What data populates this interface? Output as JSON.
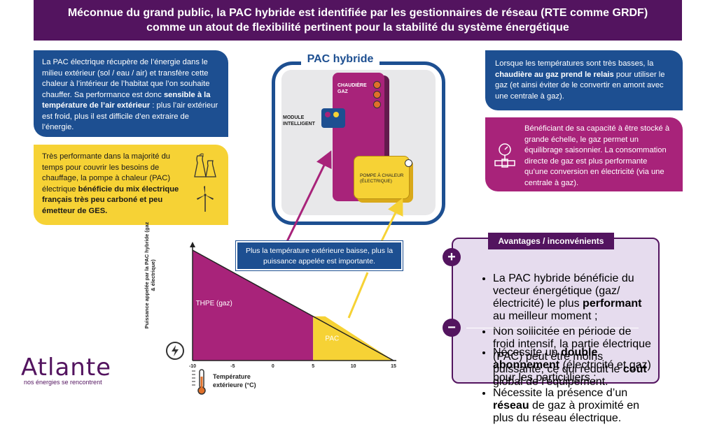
{
  "header": {
    "title": "Méconnue du grand public, la PAC hybride est identifiée par les gestionnaires de réseau (RTE comme GRDF) comme un atout de flexibilité pertinent pour la stabilité du système énergétique"
  },
  "left_blue": {
    "p1": "La PAC électrique récupère de l’énergie dans le milieu extérieur (sol / eau / air) et transfère cette chaleur à l’intérieur de l’habitat que l’on souhaite chauffer. Sa performance est donc ",
    "b1": "sensible à la température de l’air extérieur",
    "p2": " : plus l’air extérieur est froid, plus il est difficile d’en extraire de l’énergie."
  },
  "left_yellow": {
    "p1": "Très performante dans la majorité du temps pour couvrir les besoins de chauffage, la pompe à chaleur (PAC) électrique ",
    "b1": "bénéficie du mix électrique français très peu carboné et peu émetteur de GES."
  },
  "diagram": {
    "title": "PAC hybride",
    "boiler_label": "CHAUDIÈRE GAZ",
    "module_label": "MODULE INTELLIGENT",
    "heatpump_label": "POMPE À CHALEUR (ÉLECTRIQUE)"
  },
  "right_blue": {
    "p1": "Lorsque les températures sont très basses, la ",
    "b1": "chaudière au gaz prend le relais",
    "p2": " pour utiliser le gaz (et ainsi éviter de le convertir en amont avec une centrale à gaz)."
  },
  "right_magenta": {
    "text": "Bénéficiant de sa capacité à être stocké à grande échelle, le gaz permet un équilibrage saisonnier. La consommation directe de gaz est plus performante qu’une conversion en électricité (via une centrale à gaz)."
  },
  "callout": {
    "text": "Plus la température extérieure baisse, plus la puissance appelée est importante."
  },
  "chart_data": {
    "type": "area",
    "ylabel": "Puissance appelée par la PAC hybride (gaz & électrique)",
    "xlabel": "Température extérieure (°C)",
    "x_ticks": [
      -10,
      -5,
      0,
      5,
      10,
      15
    ],
    "xlim": [
      -10,
      15
    ],
    "series": [
      {
        "name": "THPE (gaz)",
        "color": "#a8237a",
        "x": [
          -10,
          5
        ],
        "y_top": [
          1,
          0.4
        ],
        "y_bottom": [
          0,
          0
        ]
      },
      {
        "name": "PAC",
        "color": "#f6d235",
        "x": [
          5,
          6.5,
          15
        ],
        "y_top": [
          0.4,
          0.4,
          0.0
        ],
        "y_bottom": [
          0,
          0,
          0
        ]
      }
    ]
  },
  "advantages": {
    "title": "Avantages / inconvénients",
    "plus_symbol": "+",
    "minus_symbol": "−",
    "pros": [
      {
        "pre": "La PAC hybride bénéficie du vecteur énergétique (gaz/électricité) le plus ",
        "bold": "performant",
        "post": " au meilleur moment ;"
      },
      {
        "pre": "Non sollicitée en période de froid intensif, la partie électrique (PAC) peut être moins puissante, ce qui réduit le ",
        "bold": "coût",
        "post": " global de l’équipement."
      }
    ],
    "cons": [
      {
        "pre": "Nécessite un ",
        "bold": "double abonnement",
        "post": " (électricité et gaz) pour les particuliers ;"
      },
      {
        "pre": "Nécessite la présence d’un ",
        "bold": "réseau",
        "post": " de gaz à proximité en plus du réseau électrique."
      }
    ]
  },
  "logo": {
    "name": "Atlante",
    "tagline": "nos énergies se rencontrent"
  },
  "colors": {
    "purple": "#53145f",
    "blue": "#1d4f91",
    "yellow": "#f6d235",
    "magenta": "#a8237a"
  }
}
